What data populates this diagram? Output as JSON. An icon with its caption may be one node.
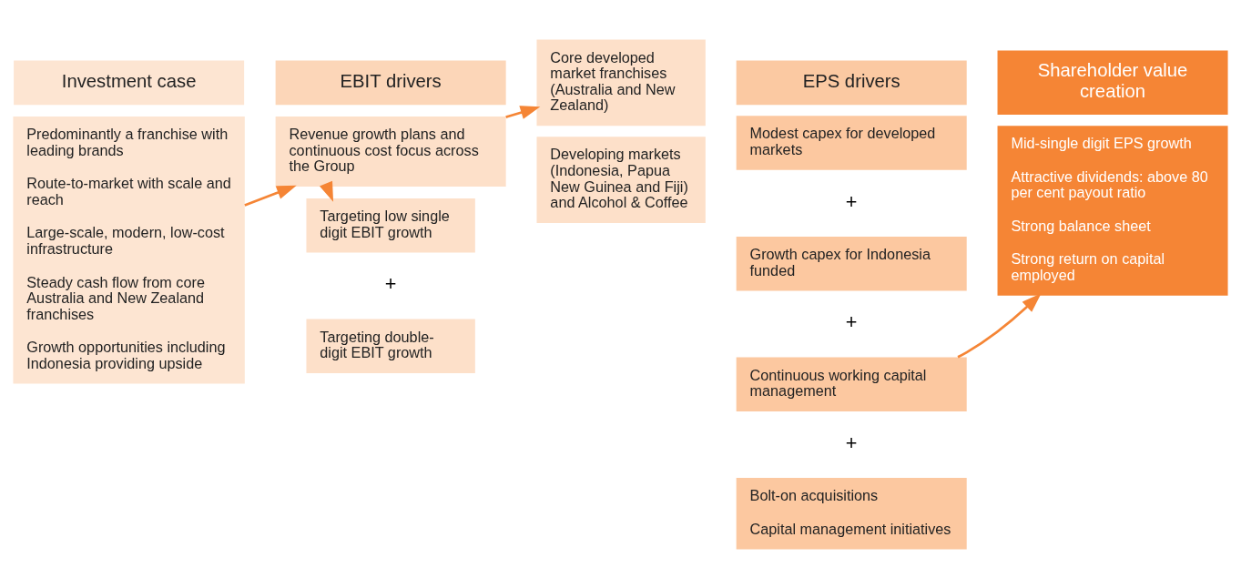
{
  "diagram": {
    "nodes": [
      {
        "text": [
          "Investment case"
        ]
      },
      {
        "text": [
          "EBIT drivers"
        ]
      },
      {
        "text": [
          "EPS drivers"
        ]
      },
      {
        "text": [
          "Shareholder value creation"
        ]
      },
      {
        "text": [
          "Predominantly a franchise with leading brands",
          "Route-to-market with scale and reach",
          "Large-scale, modern, low-cost infrastructure",
          "Steady cash flow from core Australia and New Zealand franchises",
          "Growth opportunities including Indonesia providing upside"
        ]
      },
      {
        "text": [
          "Revenue growth plans and continuous cost focus across the Group"
        ]
      },
      {
        "text": [
          "Targeting low single digit EBIT growth"
        ]
      },
      {
        "text": [
          "Core developed market franchises (Australia and New Zealand)"
        ]
      },
      {
        "text": [
          "Targeting double-digit EBIT growth"
        ]
      },
      {
        "text": [
          "Developing markets (Indonesia, Papua New Guinea and Fiji) and Alcohol & Coffee"
        ]
      },
      {
        "text": [
          "Modest capex for developed markets"
        ]
      },
      {
        "text": [
          "Growth capex for Indonesia funded"
        ]
      },
      {
        "text": [
          "Continuous working capital management"
        ]
      },
      {
        "text": [
          "Bolt-on acquisitions",
          "Capital management initiatives"
        ]
      },
      {
        "text": [
          "Mid-single digit EPS growth",
          "Attractive dividends: above 80 per cent payout ratio",
          "Strong balance sheet",
          "Strong return on capital employed"
        ]
      }
    ],
    "edges": [
      {
        "from": 4,
        "to": 5,
        "arrow": "to"
      },
      {
        "from": 5,
        "to": 6,
        "arrow": "to"
      },
      {
        "from": 5,
        "to": 7,
        "arrow": "to"
      },
      {
        "from": 12,
        "to": 14,
        "arrow": "to"
      }
    ],
    "labels": [
      "+",
      "+",
      "+",
      "+"
    ]
  }
}
